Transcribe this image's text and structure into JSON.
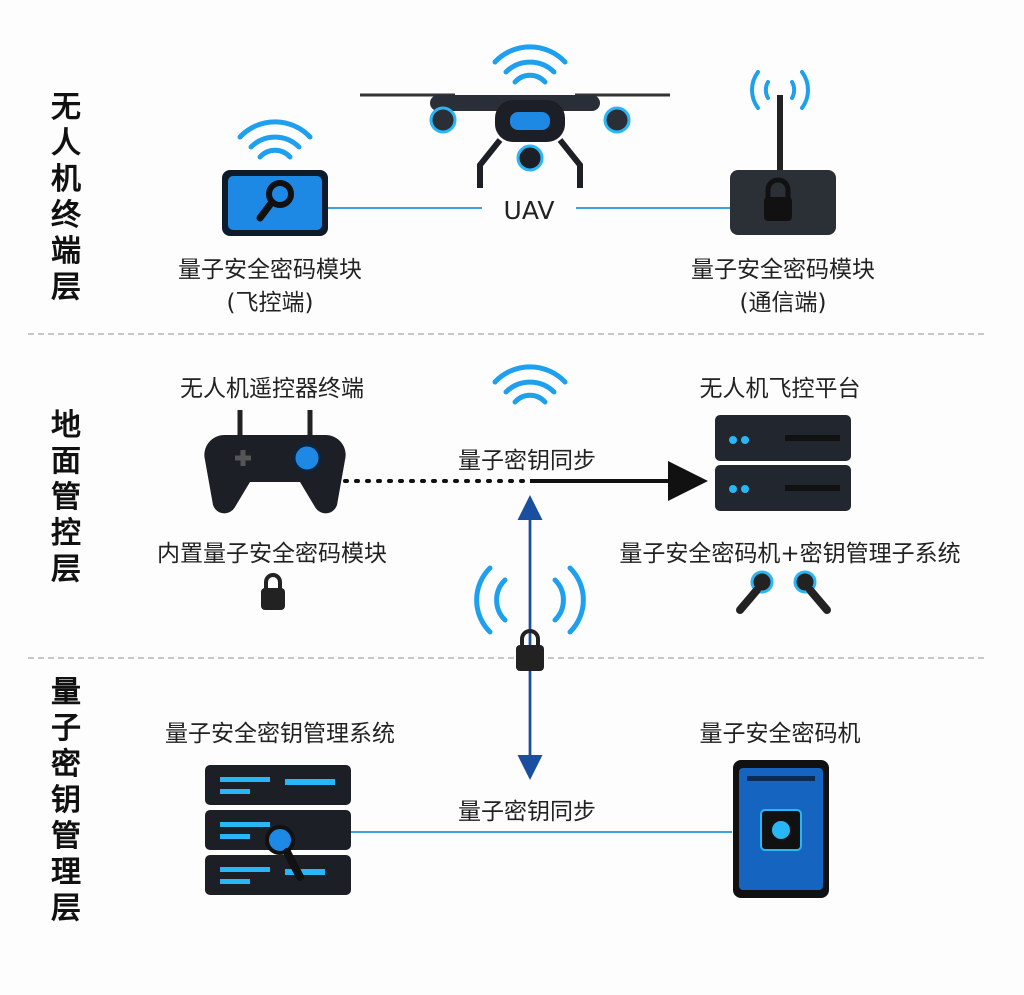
{
  "layers": {
    "uav_terminal": "无人机终端层",
    "ground_control": "地面管控层",
    "key_management": "量子密钥管理层"
  },
  "uav_layer": {
    "center_label": "UAV",
    "flight_module": {
      "title": "量子安全密码模块",
      "sub": "(飞控端)"
    },
    "comm_module": {
      "title": "量子安全密码模块",
      "sub": "(通信端)"
    }
  },
  "ground_layer": {
    "remote_terminal": "无人机遥控器终端",
    "remote_module": "内置量子安全密码模块",
    "sync_label": "量子密钥同步",
    "flight_platform": "无人机飞控平台",
    "platform_module": "量子安全密码机+密钥管理子系统"
  },
  "kms_layer": {
    "kms": "量子安全密钥管理系统",
    "sync_label": "量子密钥同步",
    "crypto_machine": "量子安全密码机"
  },
  "colors": {
    "accent": "#1e88e5",
    "glow": "#29b6f6",
    "dark": "#1c1f26",
    "arrow": "#1a4fa0"
  }
}
